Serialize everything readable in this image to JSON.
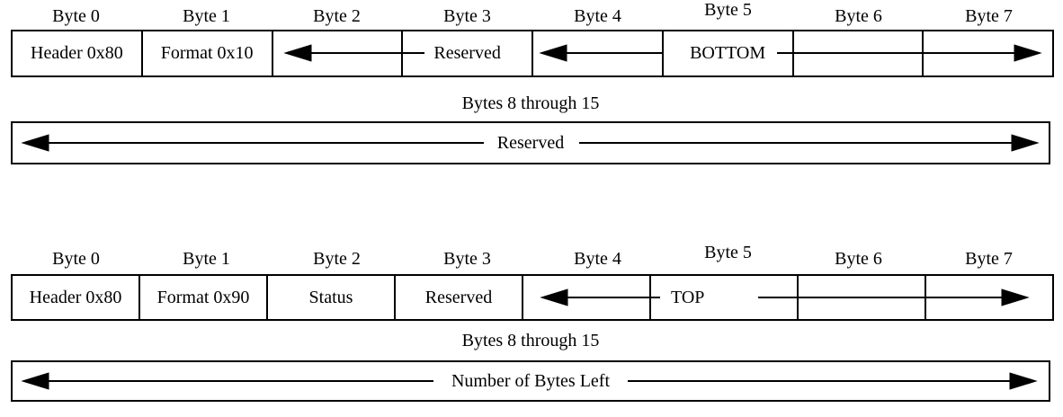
{
  "colors": {
    "ink": "#000000",
    "background": "#ffffff"
  },
  "frame1": {
    "byte_headers": [
      "Byte 0",
      "Byte 1",
      "Byte 2",
      "Byte 3",
      "Byte 4",
      "Byte 5",
      "Byte 6",
      "Byte 7"
    ],
    "row_bytes_0_7": {
      "byte0": "Header 0x80",
      "byte1": "Format 0x10",
      "bytes_2_3": "Reserved",
      "bytes_4_7": "BOTTOM"
    },
    "row_bytes_8_15_label": "Bytes 8 through 15",
    "row_bytes_8_15": "Reserved"
  },
  "frame2": {
    "byte_headers": [
      "Byte 0",
      "Byte 1",
      "Byte 2",
      "Byte 3",
      "Byte 4",
      "Byte 5",
      "Byte 6",
      "Byte 7"
    ],
    "row_bytes_0_7": {
      "byte0": "Header 0x80",
      "byte1": "Format 0x90",
      "byte2": "Status",
      "byte3": "Reserved",
      "bytes_4_7": "TOP"
    },
    "row_bytes_8_15_label": "Bytes 8 through 15",
    "row_bytes_8_15": "Number of Bytes Left"
  }
}
